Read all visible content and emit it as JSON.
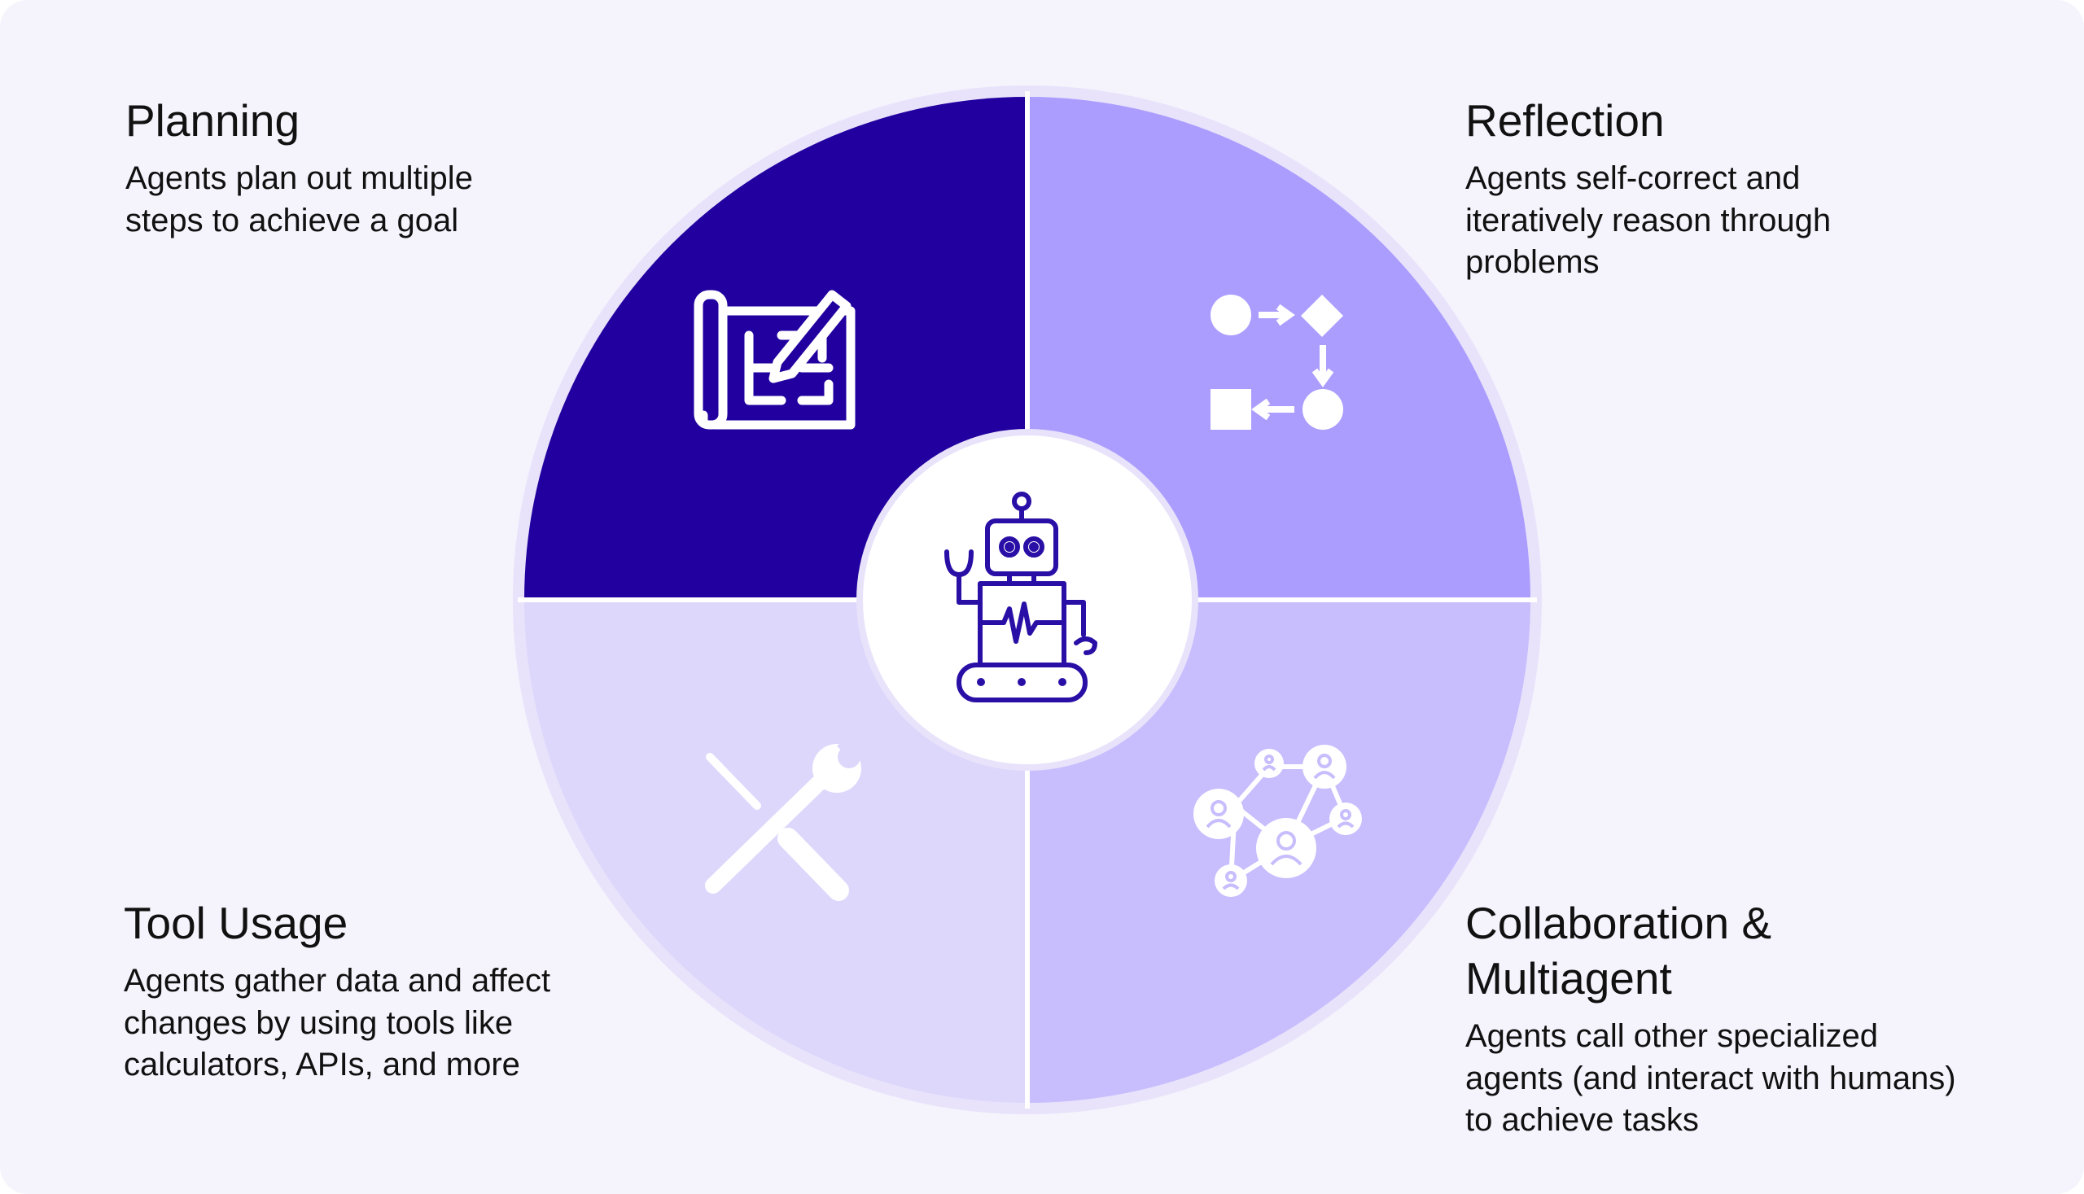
{
  "colors": {
    "background": "#f5f3fc",
    "outer_ring": "#e8e3fb",
    "planning": "#22009f",
    "reflection": "#ab9dfe",
    "tool_usage": "#ddd7fb",
    "collaboration": "#c8bdfd",
    "hub": "#ffffff",
    "icon_stroke": "#2a0fa6"
  },
  "icons": {
    "planning": "blueprint-icon",
    "reflection": "workflow-icon",
    "tool_usage": "tools-icon",
    "collaboration": "network-icon",
    "center": "robot-icon"
  },
  "sections": {
    "planning": {
      "title": "Planning",
      "desc_lines": [
        "Agents plan out multiple",
        "steps to achieve a goal"
      ]
    },
    "reflection": {
      "title": "Reflection",
      "desc_lines": [
        "Agents self-correct and",
        "iteratively reason through",
        "problems"
      ]
    },
    "tool_usage": {
      "title": "Tool Usage",
      "desc_lines": [
        "Agents gather data and affect",
        "changes by using tools like",
        "calculators, APIs, and more"
      ]
    },
    "collaboration": {
      "title_lines": [
        "Collaboration &",
        "Multiagent"
      ],
      "desc_lines": [
        "Agents call other specialized",
        "agents (and interact with humans)",
        "to achieve tasks"
      ]
    }
  }
}
